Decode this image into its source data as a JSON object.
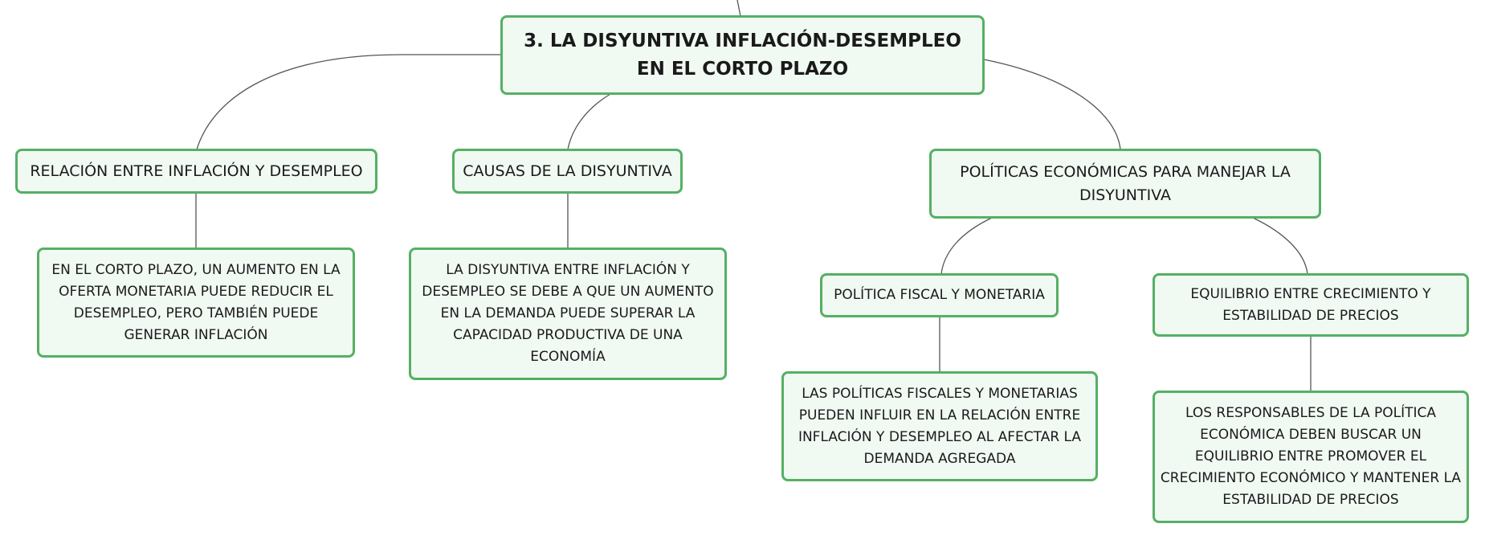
{
  "diagram": {
    "root": {
      "label": "3. LA DISYUNTIVA INFLACIÓN-DESEMPLEO EN EL CORTO PLAZO"
    },
    "topics": [
      {
        "label": "RELACIÓN ENTRE INFLACIÓN Y DESEMPLEO",
        "detail": "EN EL CORTO PLAZO, UN AUMENTO EN LA OFERTA MONETARIA PUEDE REDUCIR EL DESEMPLEO, PERO TAMBIÉN PUEDE GENERAR INFLACIÓN"
      },
      {
        "label": "CAUSAS DE LA DISYUNTIVA",
        "detail": "LA DISYUNTIVA ENTRE INFLACIÓN Y DESEMPLEO SE DEBE A QUE UN AUMENTO EN LA DEMANDA PUEDE SUPERAR LA CAPACIDAD PRODUCTIVA DE UNA ECONOMÍA"
      },
      {
        "label": "POLÍTICAS ECONÓMICAS PARA MANEJAR LA DISYUNTIVA",
        "subtopics": [
          {
            "label": "POLÍTICA FISCAL Y MONETARIA",
            "detail": "LAS POLÍTICAS FISCALES Y MONETARIAS PUEDEN INFLUIR EN LA RELACIÓN ENTRE INFLACIÓN Y DESEMPLEO AL AFECTAR LA DEMANDA AGREGADA"
          },
          {
            "label": "EQUILIBRIO ENTRE CRECIMIENTO Y ESTABILIDAD DE PRECIOS",
            "detail": "LOS RESPONSABLES DE LA POLÍTICA ECONÓMICA DEBEN BUSCAR UN EQUILIBRIO ENTRE PROMOVER EL CRECIMIENTO ECONÓMICO Y MANTENER LA ESTABILIDAD DE PRECIOS"
          }
        ]
      }
    ]
  },
  "colors": {
    "node_border": "#55b064",
    "node_fill": "#f1f9f3",
    "connector": "#555555",
    "text": "#1a1a1a"
  }
}
